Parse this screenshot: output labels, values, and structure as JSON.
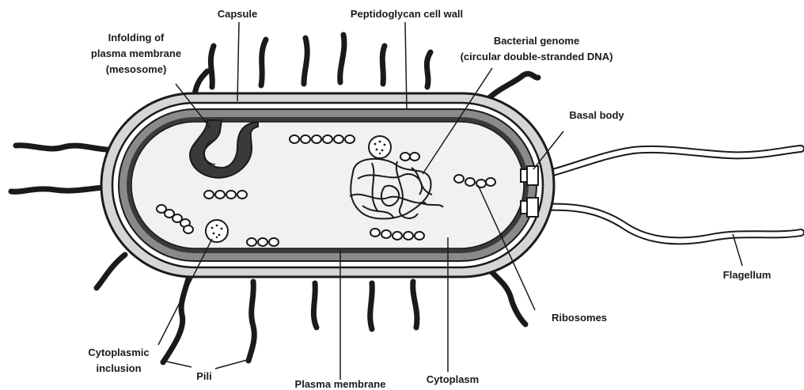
{
  "labels": {
    "capsule": "Capsule",
    "cell_wall": "Peptidoglycan cell wall",
    "mesosome_line1": "Infolding of",
    "mesosome_line2": "plasma membrane",
    "mesosome_line3": "(mesosome)",
    "genome_line1": "Bacterial genome",
    "genome_line2": "(circular double-stranded DNA)",
    "basal_body": "Basal body",
    "flagellum": "Flagellum",
    "ribosomes": "Ribosomes",
    "cytoplasmic_line1": "Cytoplasmic",
    "cytoplasmic_line2": "inclusion",
    "pili": "Pili",
    "plasma_membrane": "Plasma membrane",
    "cytoplasm": "Cytoplasm"
  },
  "colors": {
    "ink": "#1a1a1a",
    "capsule_fill": "#d6d6d6",
    "wall_fill": "#8a8a8a",
    "membrane_fill": "#3a3a3a",
    "cytoplasm_fill": "#f1f1f1",
    "background": "#ffffff"
  }
}
